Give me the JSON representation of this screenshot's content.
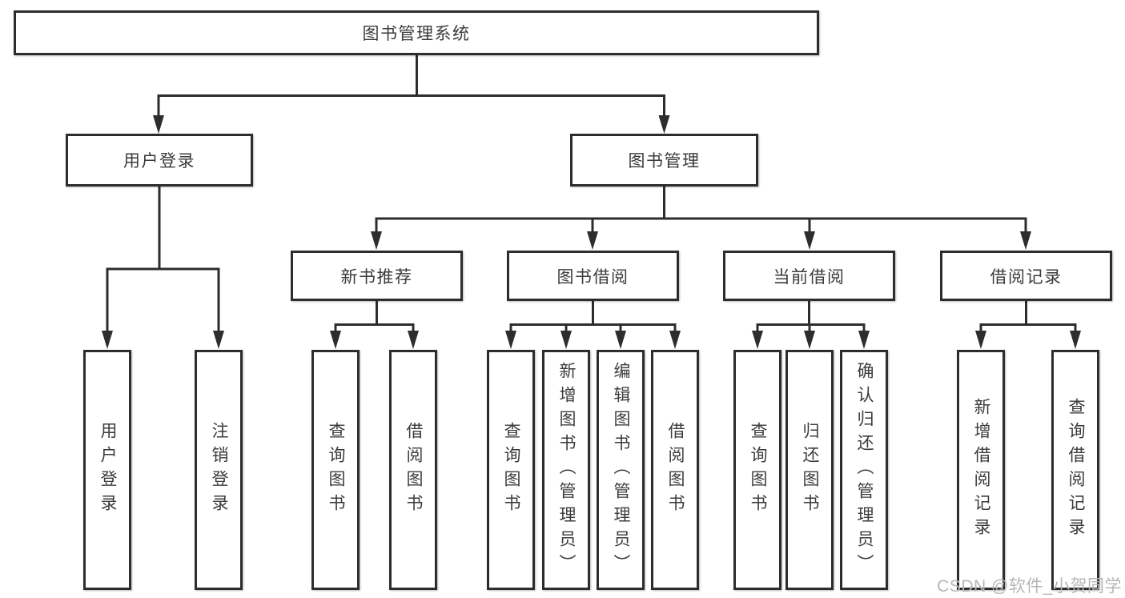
{
  "tree": {
    "root": {
      "label": "图书管理系统"
    },
    "branches": [
      {
        "label": "用户登录",
        "children": [
          {
            "label": "用户登录"
          },
          {
            "label": "注销登录"
          }
        ]
      },
      {
        "label": "图书管理",
        "children": [
          {
            "label": "新书推荐",
            "children": [
              {
                "label": "查询图书"
              },
              {
                "label": "借阅图书"
              }
            ]
          },
          {
            "label": "图书借阅",
            "children": [
              {
                "label": "查询图书"
              },
              {
                "label": "新增图书（管理员）"
              },
              {
                "label": "编辑图书（管理员）"
              },
              {
                "label": "借阅图书"
              }
            ]
          },
          {
            "label": "当前借阅",
            "children": [
              {
                "label": "查询图书"
              },
              {
                "label": "归还图书"
              },
              {
                "label": "确认归还（管理员）"
              }
            ]
          },
          {
            "label": "借阅记录",
            "children": [
              {
                "label": "新增借阅记录"
              },
              {
                "label": "查询借阅记录"
              }
            ]
          }
        ]
      }
    ]
  },
  "watermark": "CSDN @软件_小贺同学",
  "colors": {
    "line": "#2d2d2d",
    "text": "#3b3b3b",
    "box_background": "#ffffff",
    "watermark": "#b6b6b6"
  }
}
